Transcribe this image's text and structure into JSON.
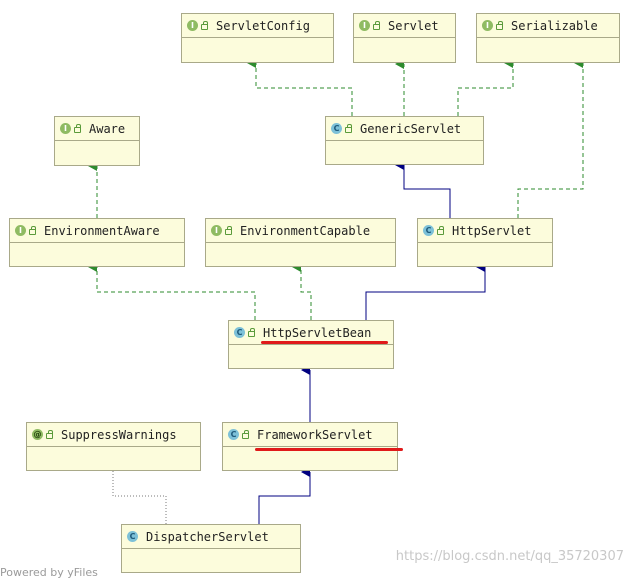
{
  "nodes": {
    "servlet_config": {
      "kind": "I",
      "name": "ServletConfig"
    },
    "servlet": {
      "kind": "I",
      "name": "Servlet"
    },
    "serializable": {
      "kind": "I",
      "name": "Serializable"
    },
    "aware": {
      "kind": "I",
      "name": "Aware"
    },
    "generic_servlet": {
      "kind": "C",
      "name": "GenericServlet"
    },
    "environment_aware": {
      "kind": "I",
      "name": "EnvironmentAware"
    },
    "environment_capable": {
      "kind": "I",
      "name": "EnvironmentCapable"
    },
    "http_servlet": {
      "kind": "C",
      "name": "HttpServlet"
    },
    "http_servlet_bean": {
      "kind": "C",
      "name": "HttpServletBean"
    },
    "suppress_warnings": {
      "kind": "@",
      "name": "SuppressWarnings"
    },
    "framework_servlet": {
      "kind": "C",
      "name": "FrameworkServlet"
    },
    "dispatcher_servlet": {
      "kind": "C",
      "name": "DispatcherServlet"
    }
  },
  "colors": {
    "node_fill": "#fcfcdc",
    "implements_edge": "#2e8b2e",
    "extends_edge": "#000080",
    "annotation_edge": "#7a7a7a",
    "highlight": "#e01a1a"
  },
  "watermark": "https://blog.csdn.net/qq_35720307",
  "footer": "Powered by yFiles"
}
